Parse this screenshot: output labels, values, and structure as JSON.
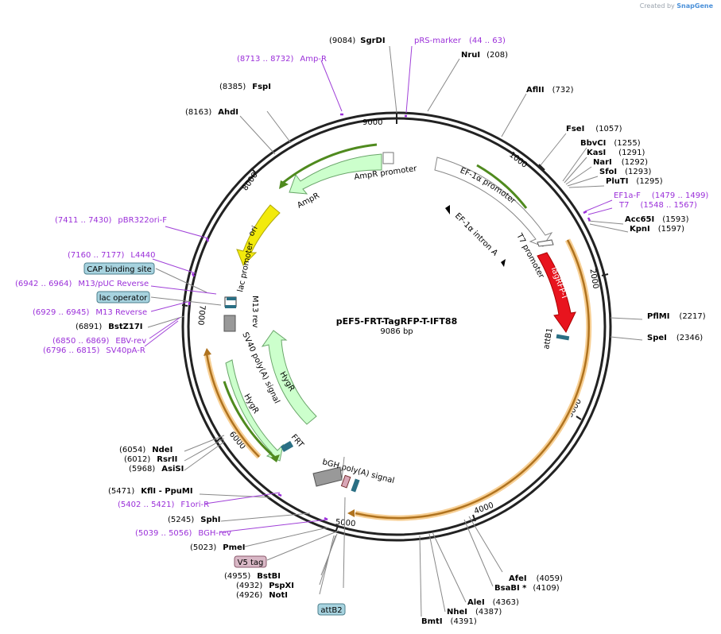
{
  "branding": {
    "created_by": "Created by",
    "app": "SnapGene"
  },
  "plasmid": {
    "name": "pEF5-FRT-TagRFP-T-IFT88",
    "length": "9086 bp",
    "total_bp": 9086
  },
  "ticks": [
    "1000",
    "2000",
    "3000",
    "4000",
    "5000",
    "6000",
    "7000",
    "8000",
    "9000"
  ],
  "colors": {
    "enzyme": "#000000",
    "primer": "#9b30d9",
    "tagrfp": "#e8141e",
    "ori": "#f2ea0c",
    "hyg_amp": "#ccffcc",
    "orf_arrow": "#ffaa33",
    "misc_box": "#a7d3df",
    "v5_box": "#d9b8c6"
  },
  "sites": [
    {
      "id": "sgrdi",
      "pos": "(9084)",
      "name": "SgrDI",
      "type": "enzyme"
    },
    {
      "id": "prs-marker",
      "pos": "(44 .. 63)",
      "name": "pRS-marker",
      "type": "primer"
    },
    {
      "id": "nrui",
      "pos": "(208)",
      "name": "NruI",
      "type": "enzyme"
    },
    {
      "id": "aflii",
      "pos": "(732)",
      "name": "AflII",
      "type": "enzyme"
    },
    {
      "id": "fsei",
      "pos": "(1057)",
      "name": "FseI",
      "type": "enzyme"
    },
    {
      "id": "bbvci",
      "pos": "(1255)",
      "name": "BbvCI",
      "type": "enzyme"
    },
    {
      "id": "kasi",
      "pos": "(1291)",
      "name": "KasI",
      "type": "enzyme"
    },
    {
      "id": "nari",
      "pos": "(1292)",
      "name": "NarI",
      "type": "enzyme"
    },
    {
      "id": "sfoi",
      "pos": "(1293)",
      "name": "SfoI",
      "type": "enzyme"
    },
    {
      "id": "pluti",
      "pos": "(1295)",
      "name": "PluTI",
      "type": "enzyme"
    },
    {
      "id": "ef1a-f",
      "pos": "(1479 .. 1499)",
      "name": "EF1a-F",
      "type": "primer"
    },
    {
      "id": "t7",
      "pos": "(1548 .. 1567)",
      "name": "T7",
      "type": "primer"
    },
    {
      "id": "acc65i",
      "pos": "(1593)",
      "name": "Acc65I",
      "type": "enzyme"
    },
    {
      "id": "kpni",
      "pos": "(1597)",
      "name": "KpnI",
      "type": "enzyme"
    },
    {
      "id": "pfimi",
      "pos": "(2217)",
      "name": "PflMI",
      "type": "enzyme"
    },
    {
      "id": "spei",
      "pos": "(2346)",
      "name": "SpeI",
      "type": "enzyme"
    },
    {
      "id": "afei",
      "pos": "(4059)",
      "name": "AfeI",
      "type": "enzyme"
    },
    {
      "id": "bsabi",
      "pos": "(4109)",
      "name": "BsaBI *",
      "type": "enzyme"
    },
    {
      "id": "alei",
      "pos": "(4363)",
      "name": "AleI",
      "type": "enzyme"
    },
    {
      "id": "nhei",
      "pos": "(4387)",
      "name": "NheI",
      "type": "enzyme"
    },
    {
      "id": "bmti",
      "pos": "(4391)",
      "name": "BmtI",
      "type": "enzyme"
    },
    {
      "id": "attb2",
      "pos": "",
      "name": "attB2",
      "type": "box"
    },
    {
      "id": "noti",
      "pos": "(4926)",
      "name": "NotI",
      "type": "enzyme"
    },
    {
      "id": "pspxi",
      "pos": "(4932)",
      "name": "PspXI",
      "type": "enzyme"
    },
    {
      "id": "bstbi",
      "pos": "(4955)",
      "name": "BstBI",
      "type": "enzyme"
    },
    {
      "id": "v5-tag",
      "pos": "",
      "name": "V5 tag",
      "type": "box"
    },
    {
      "id": "pmei",
      "pos": "(5023)",
      "name": "PmeI",
      "type": "enzyme"
    },
    {
      "id": "bgh-rev",
      "pos": "(5039 .. 5056)",
      "name": "BGH-rev",
      "type": "primer"
    },
    {
      "id": "sphi",
      "pos": "(5245)",
      "name": "SphI",
      "type": "enzyme"
    },
    {
      "id": "f1ori-r",
      "pos": "(5402 .. 5421)",
      "name": "F1ori-R",
      "type": "primer"
    },
    {
      "id": "kfli",
      "pos": "(5471)",
      "name": "KflI  - PpuMI",
      "type": "enzyme"
    },
    {
      "id": "asisi",
      "pos": "(5968)",
      "name": "AsiSI",
      "type": "enzyme"
    },
    {
      "id": "rsrii",
      "pos": "(6012)",
      "name": "RsrII",
      "type": "enzyme"
    },
    {
      "id": "ndei",
      "pos": "(6054)",
      "name": "NdeI",
      "type": "enzyme"
    },
    {
      "id": "sv40pa-r",
      "pos": "(6796 .. 6815)",
      "name": "SV40pA-R",
      "type": "primer"
    },
    {
      "id": "ebv-rev",
      "pos": "(6850 .. 6869)",
      "name": "EBV-rev",
      "type": "primer"
    },
    {
      "id": "bstz17i",
      "pos": "(6891)",
      "name": "BstZ17I",
      "type": "enzyme"
    },
    {
      "id": "m13-reverse",
      "pos": "(6929 .. 6945)",
      "name": "M13 Reverse",
      "type": "primer"
    },
    {
      "id": "lac-operator",
      "pos": "",
      "name": "lac operator",
      "type": "box"
    },
    {
      "id": "m13-puc-reverse",
      "pos": "(6942 .. 6964)",
      "name": "M13/pUC Reverse",
      "type": "primer"
    },
    {
      "id": "cap-binding-site",
      "pos": "",
      "name": "CAP binding site",
      "type": "box"
    },
    {
      "id": "l4440",
      "pos": "(7160 .. 7177)",
      "name": "L4440",
      "type": "primer"
    },
    {
      "id": "pbr322ori-f",
      "pos": "(7411 .. 7430)",
      "name": "pBR322ori-F",
      "type": "primer"
    },
    {
      "id": "ahdi",
      "pos": "(8163)",
      "name": "AhdI",
      "type": "enzyme"
    },
    {
      "id": "fspi",
      "pos": "(8385)",
      "name": "FspI",
      "type": "enzyme"
    },
    {
      "id": "amp-r",
      "pos": "(8713 .. 8732)",
      "name": "Amp-R",
      "type": "primer"
    }
  ],
  "features": [
    {
      "id": "ampr-promoter",
      "label": "AmpR promoter"
    },
    {
      "id": "ampr",
      "label": "AmpR"
    },
    {
      "id": "ori",
      "label": "ori"
    },
    {
      "id": "lac-promoter",
      "label": "lac promoter"
    },
    {
      "id": "m13-rev",
      "label": "M13 rev"
    },
    {
      "id": "sv40-polya",
      "label": "SV40 poly(A) signal"
    },
    {
      "id": "hygr-outer",
      "label": "HygR"
    },
    {
      "id": "hygr-inner",
      "label": "HygR"
    },
    {
      "id": "frt",
      "label": "FRT"
    },
    {
      "id": "bgh-polya",
      "label": "bGH poly(A) signal"
    },
    {
      "id": "ef1a-promoter",
      "label": "EF-1α promoter"
    },
    {
      "id": "ef1a-intron",
      "label": "EF-1α intron A"
    },
    {
      "id": "t7-promoter",
      "label": "T7 promoter"
    },
    {
      "id": "tagrfp",
      "label": "TagRFP-T"
    },
    {
      "id": "attb1",
      "label": "attB1"
    }
  ]
}
